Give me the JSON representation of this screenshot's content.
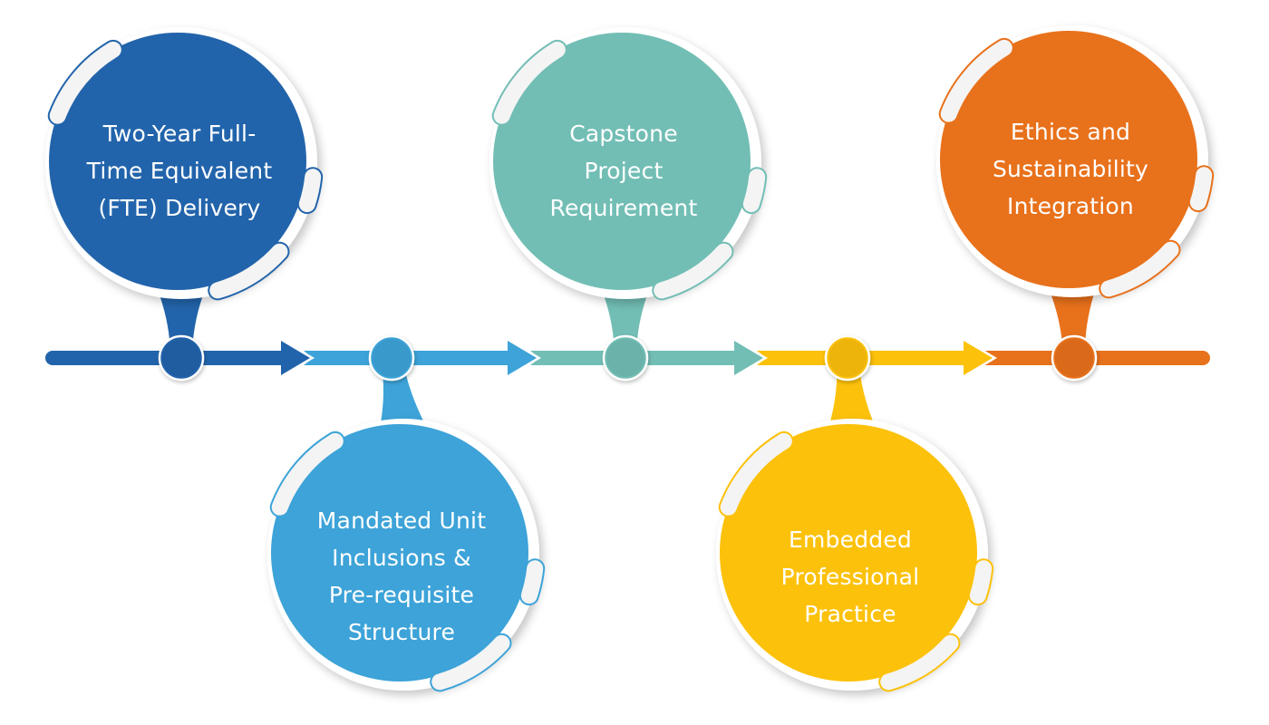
{
  "diagram": {
    "type": "timeline",
    "steps": [
      {
        "label": "Two-Year Full-Time Equivalent (FTE) Delivery",
        "lines": [
          "Two-Year Full-",
          "Time Equivalent",
          "(FTE) Delivery"
        ],
        "color": "#2264ab",
        "position": "top"
      },
      {
        "label": "Mandated Unit Inclusions & Pre-requisite Structure",
        "lines": [
          "Mandated Unit",
          "Inclusions &",
          "Pre-requisite",
          "Structure"
        ],
        "color": "#3da3d8",
        "position": "bottom"
      },
      {
        "label": "Capstone Project Requirement",
        "lines": [
          "Capstone",
          "Project",
          "Requirement"
        ],
        "color": "#72beb5",
        "position": "top"
      },
      {
        "label": "Embedded Professional Practice",
        "lines": [
          "Embedded",
          "Professional",
          "Practice"
        ],
        "color": "#fcc10a",
        "position": "bottom"
      },
      {
        "label": "Ethics and Sustainability Integration",
        "lines": [
          "Ethics and",
          "Sustainability",
          "Integration"
        ],
        "color": "#e8711b",
        "position": "top"
      }
    ]
  }
}
